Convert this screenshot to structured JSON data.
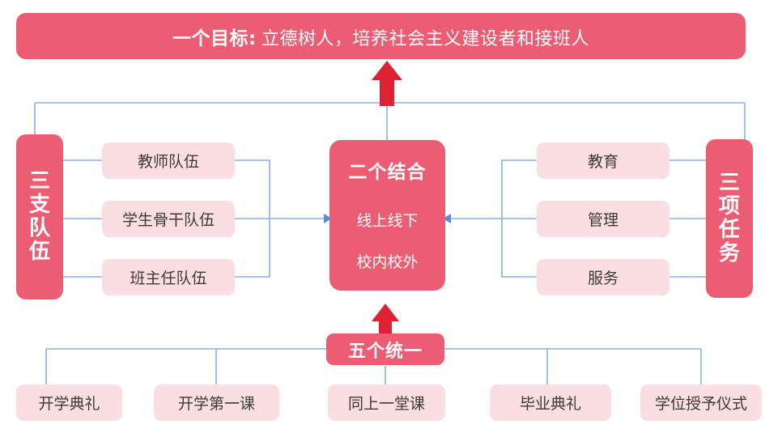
{
  "colors": {
    "primary_pink": "#EC5C72",
    "light_pink": "#FADEE1",
    "arrow_red": "#DC2233",
    "connector_blue": "#8CB0E0",
    "text_dark": "#3D3A3A",
    "background": "#FFFFFF"
  },
  "goal": {
    "lead_label": "一个目标:",
    "rest_label": "立德树人，培养社会主义建设者和接班人"
  },
  "pillars": {
    "left": {
      "label": "三支队伍",
      "chars": [
        "三",
        "支",
        "队",
        "伍"
      ]
    },
    "right": {
      "label": "三项任务",
      "chars": [
        "三",
        "项",
        "任",
        "务"
      ]
    }
  },
  "left_branch": [
    {
      "label": "教师队伍"
    },
    {
      "label": "学生骨干队伍"
    },
    {
      "label": "班主任队伍"
    }
  ],
  "right_branch": [
    {
      "label": "教育"
    },
    {
      "label": "管理"
    },
    {
      "label": "服务"
    }
  ],
  "center": {
    "title": "二个结合",
    "line1": "线上线下",
    "line2": "校内校外"
  },
  "five_unify": {
    "title": "五个统一"
  },
  "events": [
    {
      "label": "开学典礼"
    },
    {
      "label": "开学第一课"
    },
    {
      "label": "同上一堂课"
    },
    {
      "label": "毕业典礼"
    },
    {
      "label": "学位授予仪式"
    }
  ]
}
